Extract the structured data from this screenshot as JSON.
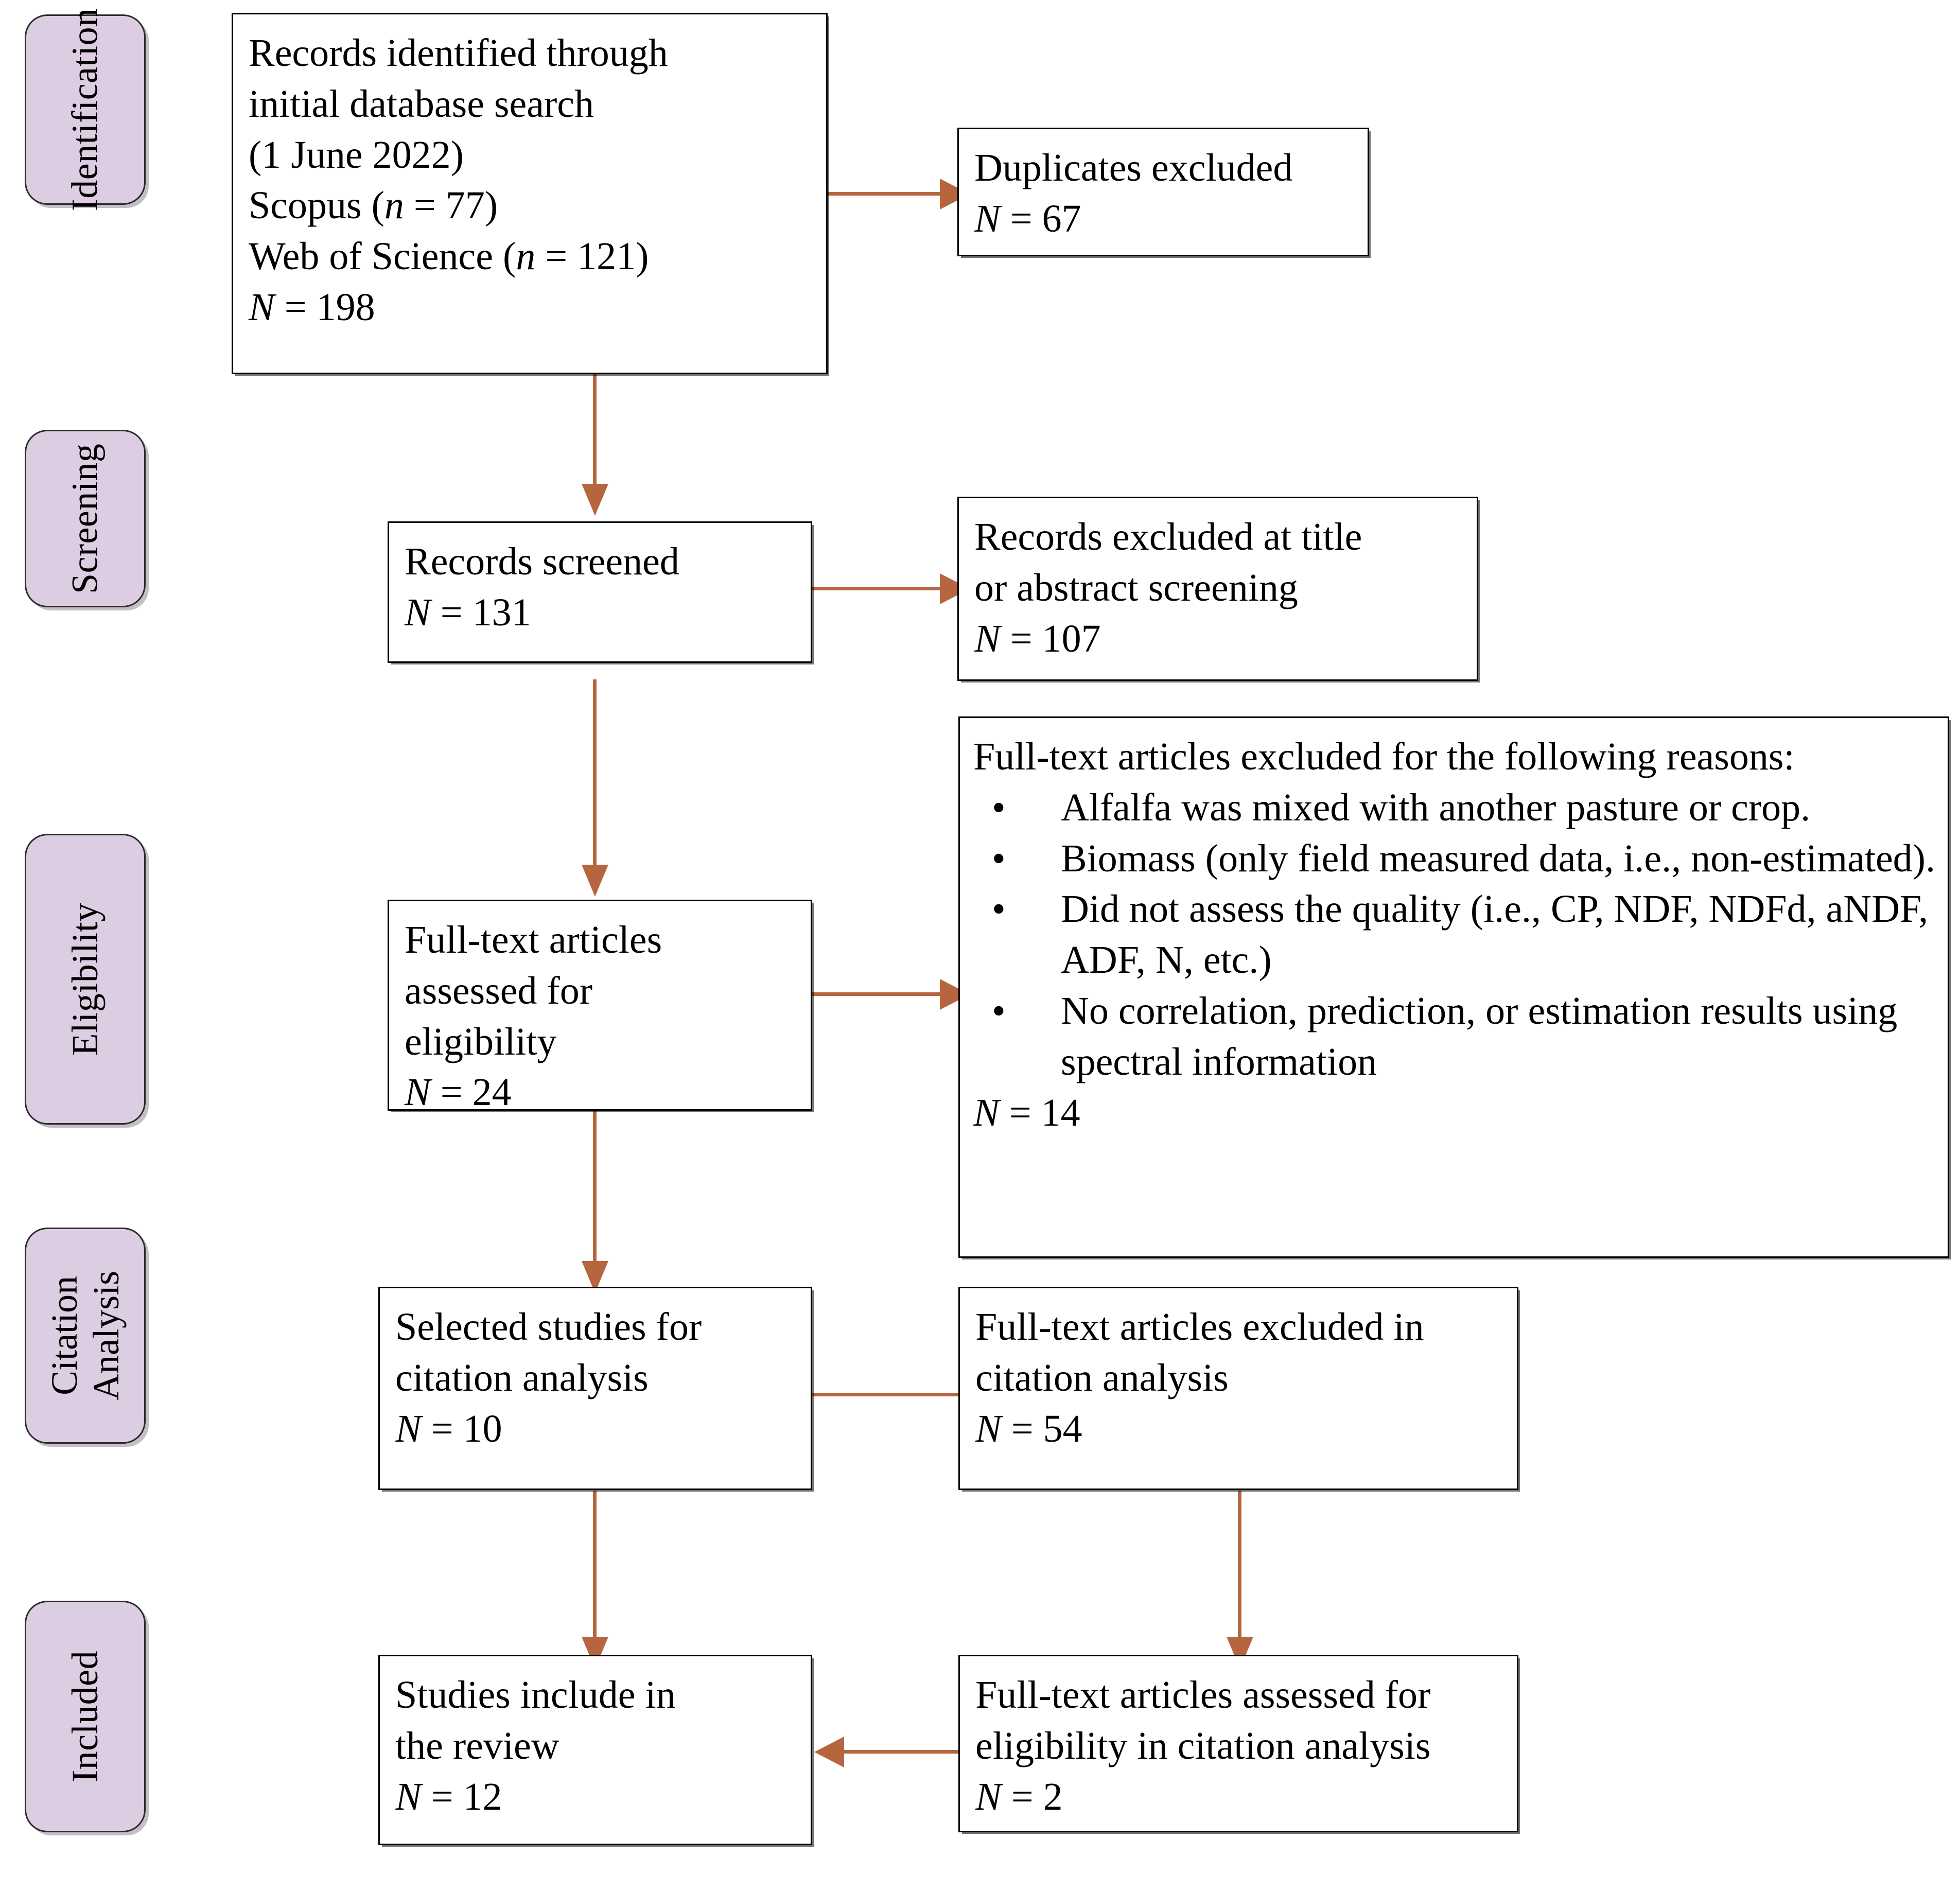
{
  "diagram": {
    "title": "PRISMA flow diagram",
    "accent_arrow_color": "#b5663f",
    "stage_fill_color": "#dccde2",
    "box_border_color": "#000000"
  },
  "stages": [
    {
      "label": "Identification"
    },
    {
      "label": "Screening"
    },
    {
      "label": "Eligibility"
    },
    {
      "label_line1": "Citation",
      "label_line2": "Analysis"
    },
    {
      "label": "Included"
    }
  ],
  "boxes": {
    "identified": {
      "line1": "Records identified through",
      "line2": "initial database search",
      "line3": "(1 June 2022)",
      "line4_prefix": "Scopus (",
      "line4_italic": "n",
      "line4_suffix": " = 77)",
      "line5_prefix": "Web of Science (",
      "line5_italic": "n",
      "line5_suffix": " = 121)",
      "line6_italic": "N",
      "line6_suffix": " = 198"
    },
    "duplicates_excluded": {
      "line1": "Duplicates excluded",
      "count_italic": "N",
      "count_suffix": " = 67"
    },
    "records_screened": {
      "line1": "Records screened",
      "count_italic": "N",
      "count_suffix": " = 131"
    },
    "records_excluded": {
      "line1": "Records excluded at title",
      "line2": "or abstract screening",
      "count_italic": "N",
      "count_suffix": " = 107"
    },
    "fulltext_assessed": {
      "line1": "Full-text articles",
      "line2": "assessed for",
      "line3": "eligibility",
      "count_italic": "N",
      "count_suffix": " = 24"
    },
    "fulltext_excluded_reasons": {
      "heading": "Full-text articles excluded for the following reasons:",
      "bullet_glyph": "•",
      "reasons": [
        "Alfalfa was mixed with another pasture or crop.",
        "Biomass (only field measured data, i.e., non-estimated).",
        "Did not assess the quality (i.e., CP, NDF, NDFd, aNDF, ADF, N, etc.)",
        "No correlation, prediction, or estimation results using spectral information"
      ],
      "count_italic": "N",
      "count_suffix": " = 14"
    },
    "selected_citation": {
      "line1": "Selected studies for",
      "line2": "citation analysis",
      "count_italic": "N",
      "count_suffix": " = 10"
    },
    "excluded_citation": {
      "line1": "Full-text articles excluded in",
      "line2": "citation analysis",
      "count_italic": "N",
      "count_suffix": " = 54"
    },
    "studies_included": {
      "line1": "Studies include in",
      "line2": "the review",
      "count_italic": "N",
      "count_suffix": " = 12"
    },
    "assessed_citation": {
      "line1": "Full-text articles assessed for",
      "line2": "eligibility in citation analysis",
      "count_italic": "N",
      "count_suffix": " = 2"
    }
  },
  "chart_data": {
    "type": "diagram-flow",
    "title": "PRISMA flow diagram",
    "nodes": [
      {
        "id": "identified",
        "stage": "Identification",
        "label": "Records identified through initial database search (1 June 2022)",
        "sources": [
          {
            "name": "Scopus",
            "n": 77
          },
          {
            "name": "Web of Science",
            "n": 121
          }
        ],
        "N": 198
      },
      {
        "id": "duplicates_excluded",
        "stage": "Identification",
        "label": "Duplicates excluded",
        "N": 67
      },
      {
        "id": "records_screened",
        "stage": "Screening",
        "label": "Records screened",
        "N": 131
      },
      {
        "id": "records_excluded",
        "stage": "Screening",
        "label": "Records excluded at title or abstract screening",
        "N": 107
      },
      {
        "id": "fulltext_assessed",
        "stage": "Eligibility",
        "label": "Full-text articles assessed for eligibility",
        "N": 24
      },
      {
        "id": "fulltext_excluded_reasons",
        "stage": "Eligibility",
        "label": "Full-text articles excluded for the following reasons",
        "N": 14
      },
      {
        "id": "selected_citation",
        "stage": "Citation Analysis",
        "label": "Selected studies for citation analysis",
        "N": 10
      },
      {
        "id": "excluded_citation",
        "stage": "Citation Analysis",
        "label": "Full-text articles excluded in citation analysis",
        "N": 54
      },
      {
        "id": "assessed_citation",
        "stage": "Included",
        "label": "Full-text articles assessed for eligibility in citation analysis",
        "N": 2
      },
      {
        "id": "studies_included",
        "stage": "Included",
        "label": "Studies include in the review",
        "N": 12
      }
    ],
    "edges": [
      {
        "from": "identified",
        "to": "duplicates_excluded",
        "direction": "right"
      },
      {
        "from": "identified",
        "to": "records_screened",
        "direction": "down"
      },
      {
        "from": "records_screened",
        "to": "records_excluded",
        "direction": "right"
      },
      {
        "from": "records_screened",
        "to": "fulltext_assessed",
        "direction": "down"
      },
      {
        "from": "fulltext_assessed",
        "to": "fulltext_excluded_reasons",
        "direction": "right"
      },
      {
        "from": "fulltext_assessed",
        "to": "selected_citation",
        "direction": "down"
      },
      {
        "from": "selected_citation",
        "to": "excluded_citation",
        "direction": "right"
      },
      {
        "from": "selected_citation",
        "to": "studies_included",
        "direction": "down"
      },
      {
        "from": "excluded_citation",
        "to": "assessed_citation",
        "direction": "down"
      },
      {
        "from": "assessed_citation",
        "to": "studies_included",
        "direction": "left"
      }
    ]
  }
}
